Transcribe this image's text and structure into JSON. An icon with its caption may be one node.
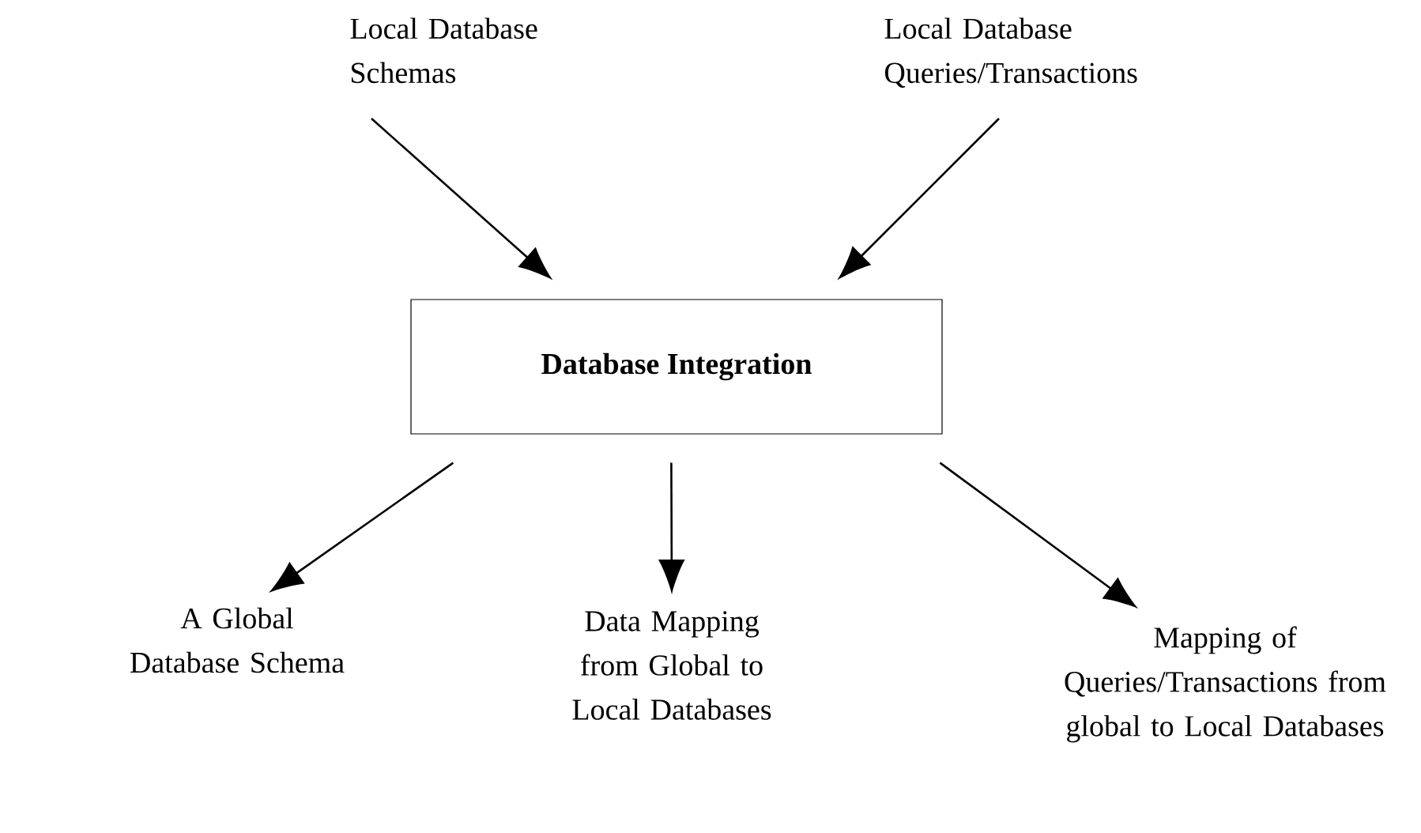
{
  "diagram": {
    "nodes": [
      {
        "text": [
          "Local Database Schemas"
        ]
      },
      {
        "text": [
          "Local Database Queries/Transactions"
        ]
      },
      {
        "text": [
          "**Database Integration**"
        ]
      },
      {
        "text": [
          "A Global Database Schema"
        ]
      },
      {
        "text": [
          "Data Mapping from Global to Local Databases"
        ]
      },
      {
        "text": [
          "Mapping of Queries/Transactions from global to Local Databases"
        ]
      }
    ],
    "edges": [
      {
        "from": 0,
        "to": 2,
        "arrow": "to"
      },
      {
        "from": 1,
        "to": 2,
        "arrow": "to"
      },
      {
        "from": 2,
        "to": 3,
        "arrow": "to"
      },
      {
        "from": 2,
        "to": 4,
        "arrow": "to"
      },
      {
        "from": 2,
        "to": 5,
        "arrow": "to"
      }
    ]
  }
}
